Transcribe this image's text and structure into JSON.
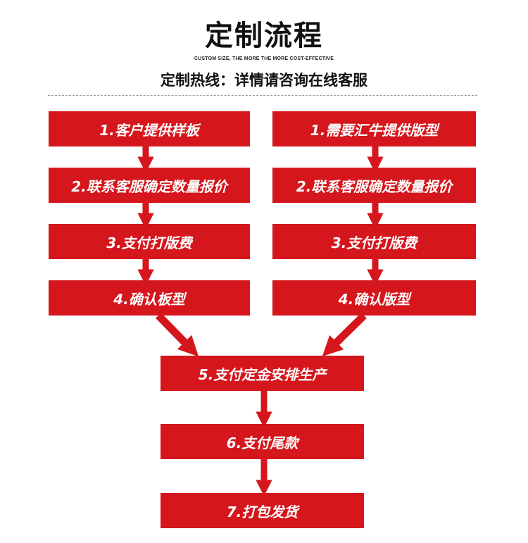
{
  "header": {
    "title": "定制流程",
    "subtitle": "CUSTOM SIZE, THE MORE THE MORE COST-EFFECTIVE",
    "hotline": "定制热线：详情请咨询在线客服"
  },
  "colors": {
    "step_fill": "#d5161c",
    "arrow": "#d5161c"
  },
  "left_branch": [
    "1.客户提供样板",
    "2.联系客服确定数量报价",
    "3.支付打版费",
    "4.确认板型"
  ],
  "right_branch": [
    "1.需要汇牛提供版型",
    "2.联系客服确定数量报价",
    "3.支付打版费",
    "4.确认版型"
  ],
  "merged": [
    "5.支付定金安排生产",
    "6.支付尾款",
    "7.打包发货"
  ]
}
